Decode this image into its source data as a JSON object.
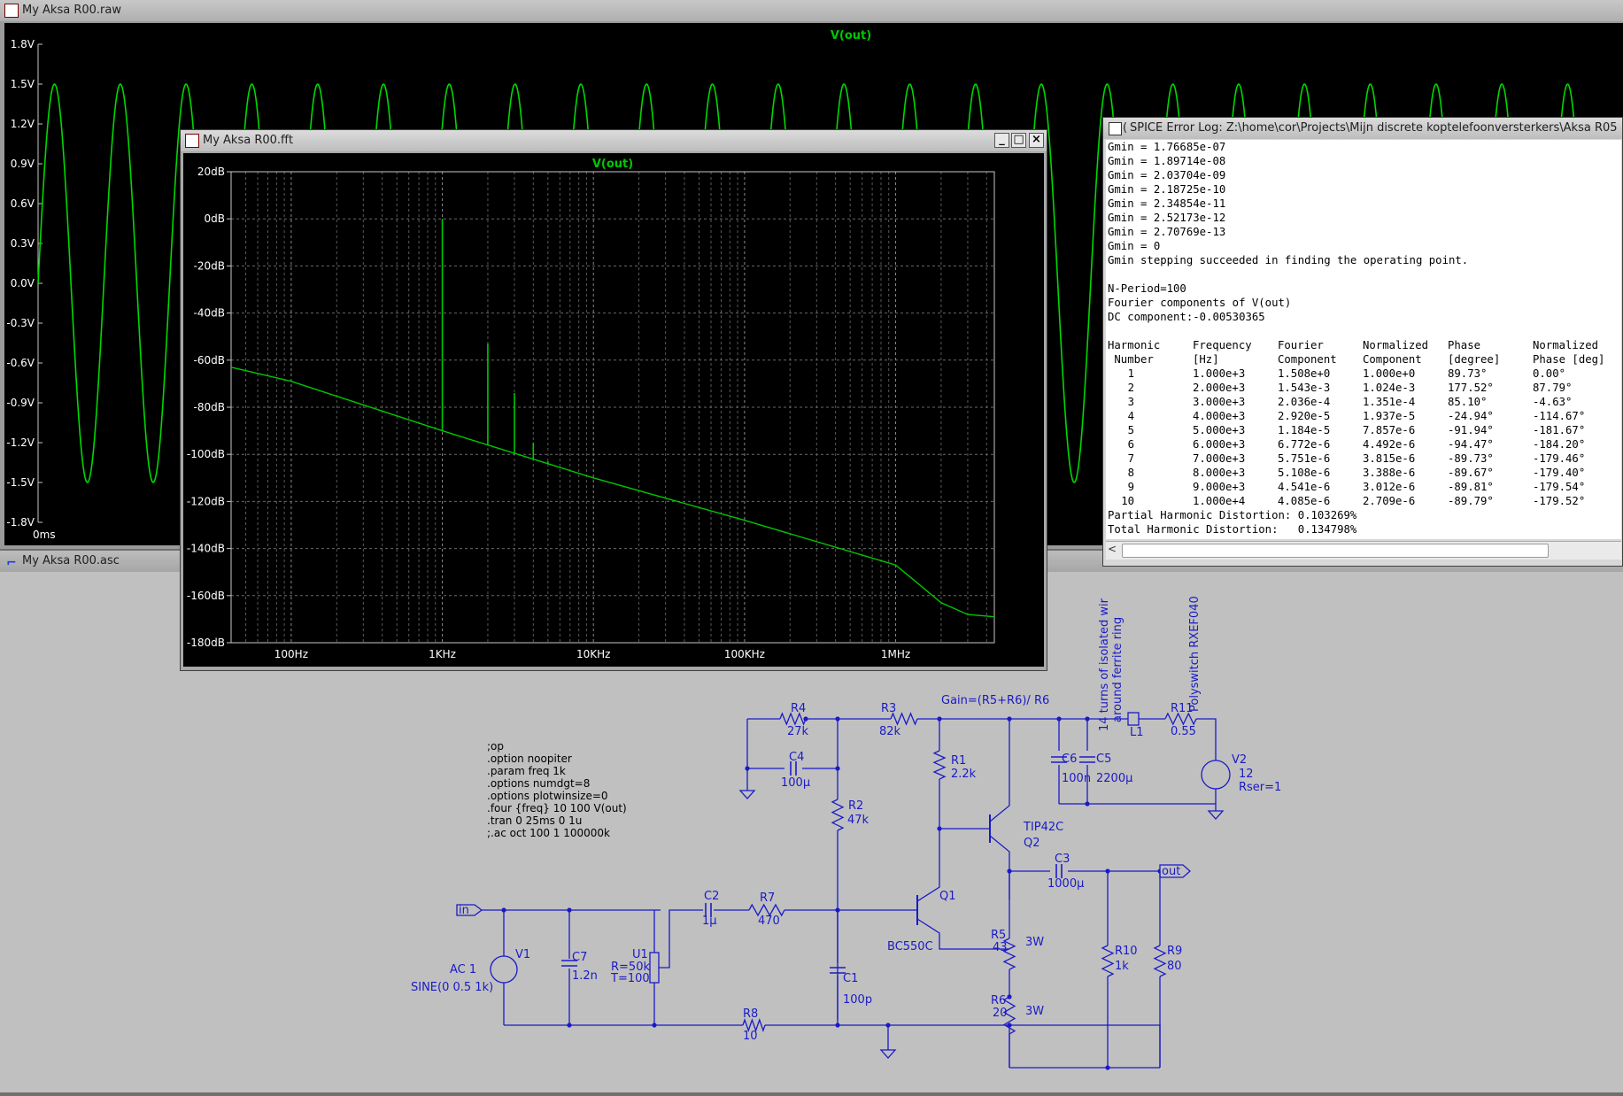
{
  "raw_window": {
    "title": "My Aksa R00.raw",
    "trace_label": "V(out)",
    "y_ticks": [
      "1.8V",
      "1.5V",
      "1.2V",
      "0.9V",
      "0.6V",
      "0.3V",
      "0.0V",
      "-0.3V",
      "-0.6V",
      "-0.9V",
      "-1.2V",
      "-1.5V",
      "-1.8V"
    ],
    "x_start_label": "0ms"
  },
  "fft_window": {
    "title": "My Aksa R00.fft",
    "trace_label": "V(out)",
    "y_ticks": [
      "20dB",
      "0dB",
      "-20dB",
      "-40dB",
      "-60dB",
      "-80dB",
      "-100dB",
      "-120dB",
      "-140dB",
      "-160dB",
      "-180dB"
    ],
    "x_ticks": [
      "100Hz",
      "1KHz",
      "10KHz",
      "100KHz",
      "1MHz"
    ],
    "btn_min": "_",
    "btn_max": "□",
    "btn_close": "×"
  },
  "chart_data": {
    "type": "line",
    "title": "V(out)",
    "x_scale": "log",
    "xlim": [
      40,
      4500000
    ],
    "ylim": [
      -180,
      20
    ],
    "x_ticks": [
      "100Hz",
      "1KHz",
      "10KHz",
      "100KHz",
      "1MHz"
    ],
    "y_ticks": [
      "20dB",
      "0dB",
      "-20dB",
      "-40dB",
      "-60dB",
      "-80dB",
      "-100dB",
      "-120dB",
      "-140dB",
      "-160dB",
      "-180dB"
    ],
    "series": [
      {
        "name": "V(out)",
        "color": "#00c800",
        "noise_floor": {
          "x": [
            40,
            100,
            1000,
            10000,
            100000,
            1000000,
            2000000,
            3000000,
            4500000
          ],
          "y": [
            -63,
            -69,
            -90,
            -110,
            -128,
            -147,
            -163,
            -168,
            -169
          ]
        },
        "spectral_peaks": {
          "x": [
            1000,
            2000,
            3000,
            4000,
            5000
          ],
          "y": [
            0,
            -53,
            -74,
            -95,
            -103
          ]
        }
      }
    ],
    "grid": true
  },
  "log_window": {
    "title": "SPICE Error Log: Z:\\home\\cor\\Projects\\Mijn discrete koptelefoonversterkers\\Aksa R05",
    "lines_top": [
      "Gmin = 1.76685e-07",
      "Gmin = 1.89714e-08",
      "Gmin = 2.03704e-09",
      "Gmin = 2.18725e-10",
      "Gmin = 2.34854e-11",
      "Gmin = 2.52173e-12",
      "Gmin = 2.70769e-13",
      "Gmin = 0",
      "Gmin stepping succeeded in finding the operating point.",
      "",
      "N-Period=100",
      "Fourier components of V(out)",
      "DC component:-0.00530365",
      ""
    ],
    "header1": [
      "Harmonic",
      "Frequency",
      "Fourier",
      "Normalized",
      "Phase",
      "Normalized"
    ],
    "header2": [
      " Number",
      "[Hz]",
      "Component",
      "Component",
      "[degree]",
      "Phase [deg]"
    ],
    "rows": [
      [
        "1",
        "1.000e+3",
        "1.508e+0",
        "1.000e+0",
        "89.73°",
        "0.00°"
      ],
      [
        "2",
        "2.000e+3",
        "1.543e-3",
        "1.024e-3",
        "177.52°",
        "87.79°"
      ],
      [
        "3",
        "3.000e+3",
        "2.036e-4",
        "1.351e-4",
        "85.10°",
        "-4.63°"
      ],
      [
        "4",
        "4.000e+3",
        "2.920e-5",
        "1.937e-5",
        "-24.94°",
        "-114.67°"
      ],
      [
        "5",
        "5.000e+3",
        "1.184e-5",
        "7.857e-6",
        "-91.94°",
        "-181.67°"
      ],
      [
        "6",
        "6.000e+3",
        "6.772e-6",
        "4.492e-6",
        "-94.47°",
        "-184.20°"
      ],
      [
        "7",
        "7.000e+3",
        "5.751e-6",
        "3.815e-6",
        "-89.73°",
        "-179.46°"
      ],
      [
        "8",
        "8.000e+3",
        "5.108e-6",
        "3.388e-6",
        "-89.67°",
        "-179.40°"
      ],
      [
        "9",
        "9.000e+3",
        "4.541e-6",
        "3.012e-6",
        "-89.81°",
        "-179.54°"
      ],
      [
        "10",
        "1.000e+4",
        "4.085e-6",
        "2.709e-6",
        "-89.79°",
        "-179.52°"
      ]
    ],
    "partial_thd": "Partial Harmonic Distortion: 0.103269%",
    "total_thd": "Total Harmonic Distortion:   0.134798%",
    "scroll_left": "<"
  },
  "schematic_window": {
    "title": "My Aksa R00.asc",
    "directives": [
      ";op",
      ".option noopiter",
      ".param freq 1k",
      ".options numdgt=8",
      ".options plotwinsize=0",
      ".four {freq} 10 100 V(out)",
      ".tran 0 25ms 0 1u",
      ";.ac oct 100 1 100000k"
    ],
    "gain_note": "Gain=(R5+R6)/ R6",
    "l1_note_1": "14 turns of isolated wir",
    "l1_note_2": "around ferrite ring",
    "polyswitch": "Polyswitch RXEF040",
    "labels": {
      "R4": "R4",
      "R4v": "27k",
      "R3": "R3",
      "R3v": "82k",
      "C4": "C4",
      "C4v": "100µ",
      "R2": "R2",
      "R2v": "47k",
      "R1": "R1",
      "R1v": "2.2k",
      "Q2": "Q2",
      "Q2v": "TIP42C",
      "C6": "C6",
      "C6v": "100n",
      "C5": "C5",
      "C5v": "2200µ",
      "L1": "L1",
      "R11": "R11",
      "R11v": "0.55",
      "V2": "V2",
      "V2v": "12",
      "V2r": "Rser=1",
      "C3": "C3",
      "C3v": "1000µ",
      "out": "out",
      "in": "in",
      "V1": "V1",
      "V1a": "AC 1",
      "V1s": "SINE(0 0.5 1k)",
      "C7": "C7",
      "C7v": "1.2n",
      "U1": "U1",
      "U1a": "R=50k",
      "U1b": "T=100",
      "C2": "C2",
      "C2v": "1µ",
      "R7": "R7",
      "R7v": "470",
      "C1": "C1",
      "C1v": "100p",
      "Q1": "Q1",
      "Q1v": "BC550C",
      "R5": "R5",
      "R5v": "43",
      "R5w": "3W",
      "R6": "R6",
      "R6v": "20",
      "R6w": "3W",
      "R10": "R10",
      "R10v": "1k",
      "R9": "R9",
      "R9v": "80",
      "R8": "R8",
      "R8v": "10"
    }
  }
}
